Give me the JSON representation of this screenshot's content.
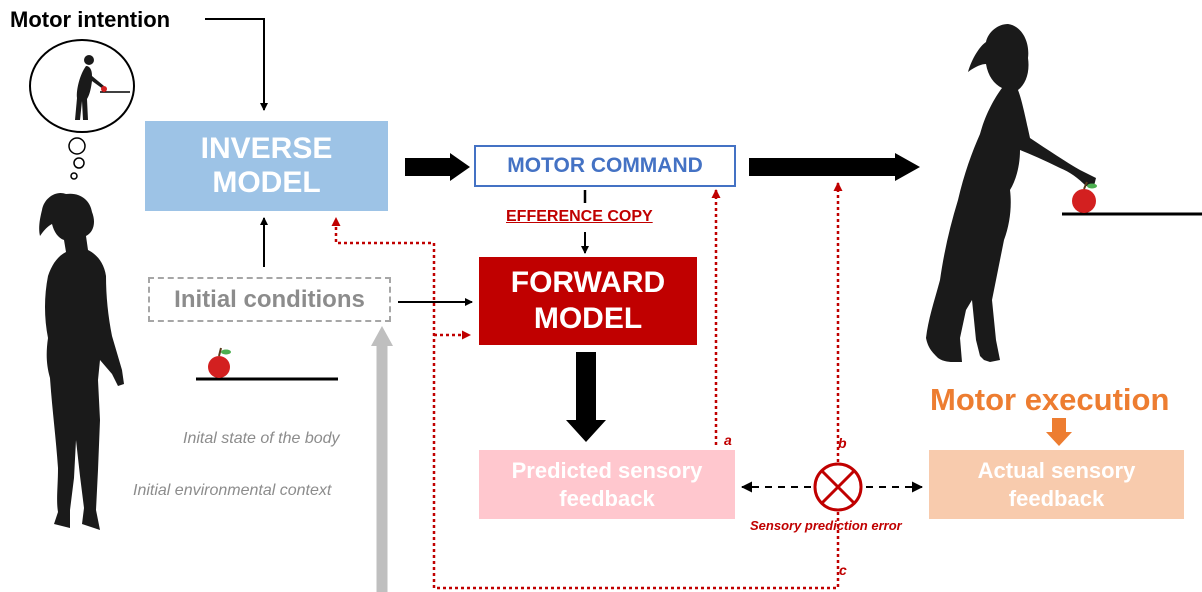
{
  "labels": {
    "motor_intention": "Motor intention",
    "inverse_model": "INVERSE\nMODEL",
    "motor_command": "MOTOR COMMAND",
    "efference_copy": "EFFERENCE COPY",
    "forward_model": "FORWARD\nMODEL",
    "initial_conditions": "Initial conditions",
    "initial_body_state": "Inital state of the body",
    "initial_env_context": "Initial environmental context",
    "predicted_feedback": "Predicted sensory\nfeedback",
    "actual_feedback": "Actual sensory\nfeedback",
    "motor_execution": "Motor execution",
    "prediction_error": "Sensory prediction error",
    "path_a": "a",
    "path_b": "b",
    "path_c": "c"
  },
  "colors": {
    "inverse_model": "#9dc3e6",
    "motor_command_border": "#4472c4",
    "forward_model": "#c00000",
    "predicted_feedback": "#ffc7ce",
    "actual_feedback": "#f8cbad",
    "motor_execution": "#ed7d31",
    "error_paths": "#c00000",
    "initial_conditions_border": "#a6a6a6"
  },
  "icons": [
    "thought-bubble-icon",
    "woman-silhouette-icon",
    "apple-icon",
    "comparator-icon"
  ]
}
